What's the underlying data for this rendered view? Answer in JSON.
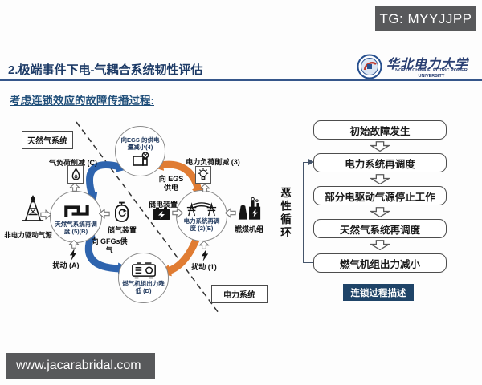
{
  "overlays": {
    "top_right": "TG: MYYJJPP",
    "bottom_left": "www.jacarabridal.com"
  },
  "header": {
    "title": "2.极端事件下电-气耦合系统韧性评估",
    "university_cn": "华北电力大学",
    "university_en1": "NORTH CHINA ELECTRIC POWER",
    "university_en2": "UNIVERSITY"
  },
  "subtitle": "考虑连锁效应的故障传播过程:",
  "diagram": {
    "region_gas": "天然气系统",
    "region_power": "电力系统",
    "nodes": {
      "egs": {
        "line1": "向EGS 的供电",
        "line2": "量减小(4)"
      },
      "gas": {
        "line1": "天然气系统再调",
        "line2": "度 (5)(B)"
      },
      "power": {
        "line1": "电力系统再调",
        "line2": "度 (2)(E)"
      },
      "gfg": {
        "line1": "燃气机组出力降",
        "line2": "低 (D)"
      }
    },
    "labels": {
      "gas_load_shed": "气负荷削减 (C)",
      "power_load_shed": "电力负荷削减 (3)",
      "non_electric_gas_source": "非电力驱动气源",
      "gas_storage": "储气装置",
      "power_storage": "储电装置",
      "coal_unit": "燃煤机组",
      "disturbance_a": "扰动 (A)",
      "disturbance_1": "扰动 (1)",
      "to_egs_1": "向 EGS",
      "to_egs_2": "供电",
      "to_gfg_1": "向 GFGs供",
      "to_gfg_2": "气"
    },
    "colors": {
      "blue_arrow": "#2E64AE",
      "orange_arrow": "#E07C33"
    },
    "icons": [
      "pipeline-icon",
      "transmission-towers-icon",
      "generator-icon",
      "compressor-icon",
      "flame-icon",
      "bulb-icon",
      "battery-icon",
      "gas-tank-icon",
      "drill-rig-icon",
      "coal-plant-icon",
      "lightning-icon"
    ]
  },
  "flowchart": {
    "cycle_label": "恶性循环",
    "steps": [
      "初始故障发生",
      "电力系统再调度",
      "部分电驱动气源停止工作",
      "天然气系统再调度",
      "燃气机组出力减小"
    ],
    "caption": "连锁过程描述",
    "caption_bg": "#1F4468"
  }
}
